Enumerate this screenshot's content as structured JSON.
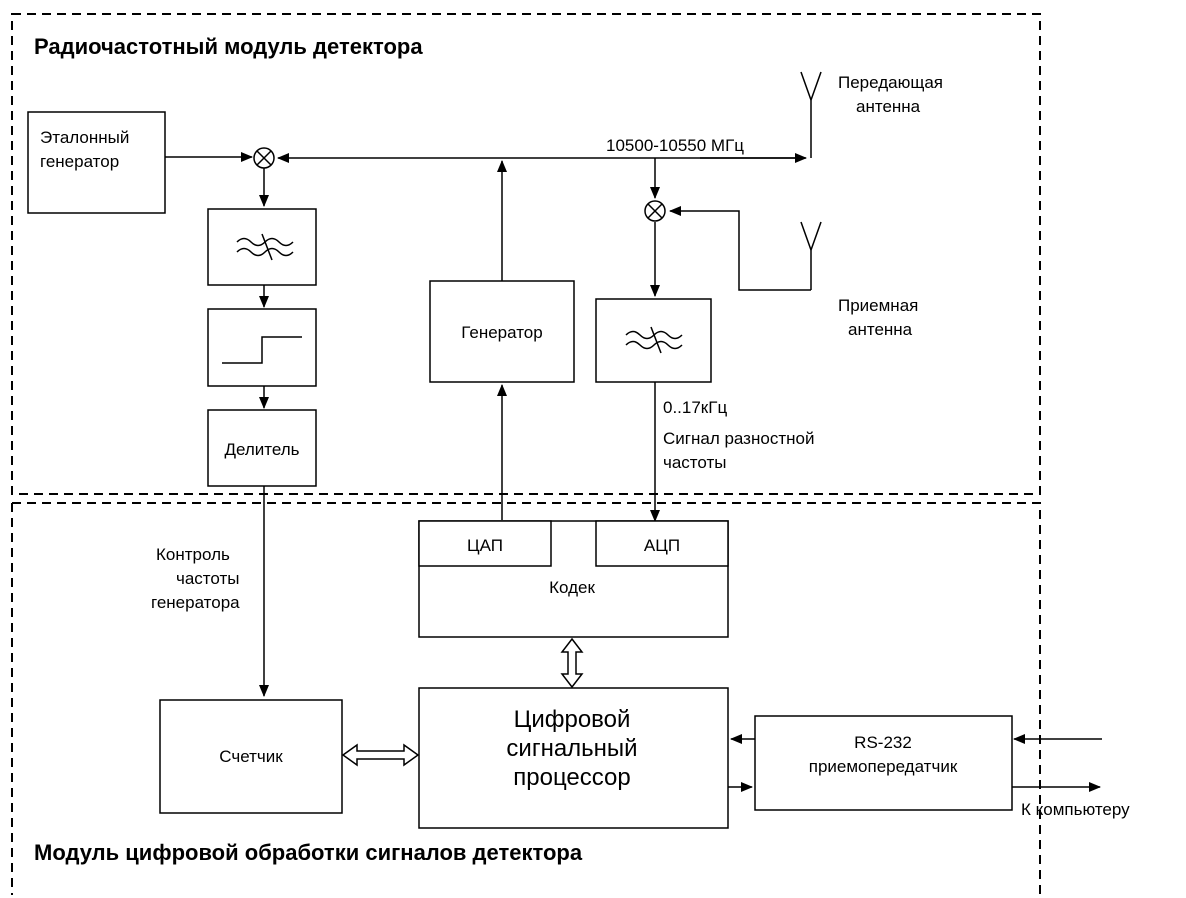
{
  "rf_module": {
    "title": "Радиочастотный модуль детектора",
    "ref_gen": [
      "Эталонный",
      "генератор"
    ],
    "tx_antenna": [
      "Передающая",
      "антенна"
    ],
    "rx_antenna": [
      "Приемная",
      "антенна"
    ],
    "freq_range": "10500-10550 МГц",
    "generator": "Генератор",
    "divider": "Делитель",
    "if_band": "0..17кГц",
    "diff_signal": [
      "Сигнал разностной",
      "частоты"
    ]
  },
  "dsp_module": {
    "title": "Модуль цифровой обработки сигналов детектора",
    "freq_control": [
      "Контроль",
      "частоты",
      "генератора"
    ],
    "dac": "ЦАП",
    "adc": "АЦП",
    "codec": "Кодек",
    "counter": "Счетчик",
    "dsp": [
      "Цифровой",
      "сигнальный",
      "процессор"
    ],
    "rs232": [
      "RS-232",
      "приемопередатчик"
    ],
    "to_computer": "К компьютеру"
  }
}
